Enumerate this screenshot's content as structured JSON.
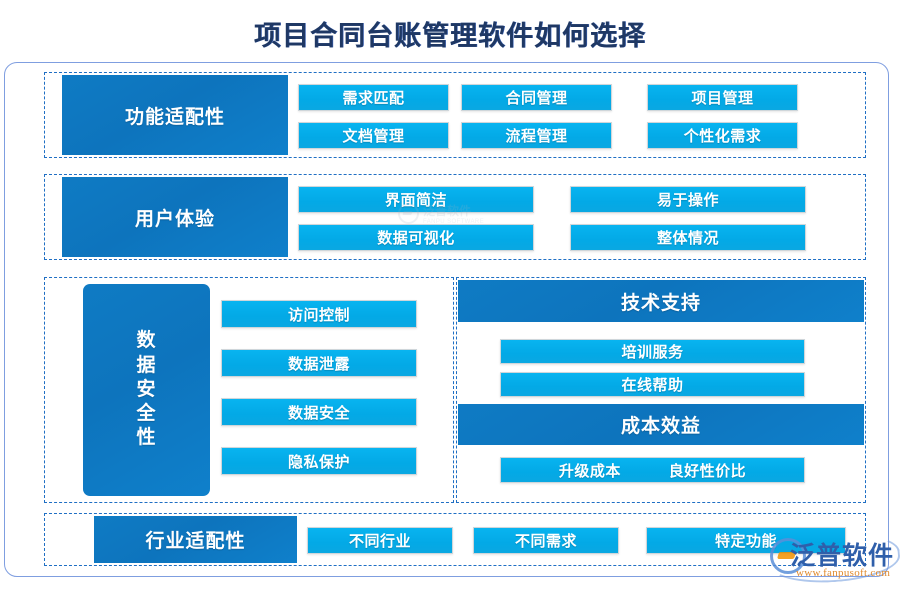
{
  "title": "项目合同台账管理软件如何选择",
  "groups": [
    {
      "key": "function_fit",
      "header": "功能适配性",
      "items": [
        "需求匹配",
        "合同管理",
        "项目管理",
        "文档管理",
        "流程管理",
        "个性化需求"
      ]
    },
    {
      "key": "user_experience",
      "header": "用户体验",
      "items": [
        "界面简洁",
        "易于操作",
        "数据可视化",
        "整体情况"
      ]
    },
    {
      "key": "data_security",
      "header": "数据安全性",
      "header_chars": [
        "数",
        "据",
        "安",
        "全",
        "性"
      ],
      "items": [
        "访问控制",
        "数据泄露",
        "数据安全",
        "隐私保护"
      ]
    },
    {
      "key": "tech_support",
      "header": "技术支持",
      "items": [
        "培训服务",
        "在线帮助"
      ]
    },
    {
      "key": "cost_benefit",
      "header": "成本效益",
      "items": [
        "升级成本",
        "良好性价比"
      ]
    },
    {
      "key": "industry_fit",
      "header": "行业适配性",
      "items": [
        "不同行业",
        "不同需求",
        "特定功能"
      ]
    }
  ],
  "watermark": {
    "center_brand": "泛普软件",
    "center_sub": "FANPU SOFTWARE",
    "brand": "泛普软件",
    "url": "www.fanpusoft.com"
  },
  "colors": {
    "title": "#1f3864",
    "header_blue": "#0f7bc4",
    "chip_blue": "#03a9e6",
    "dashed_border": "#1f6fc4",
    "frame_border": "#7f9ee0",
    "logo_blue": "#2f5faa",
    "logo_orange": "#e08a2e"
  }
}
